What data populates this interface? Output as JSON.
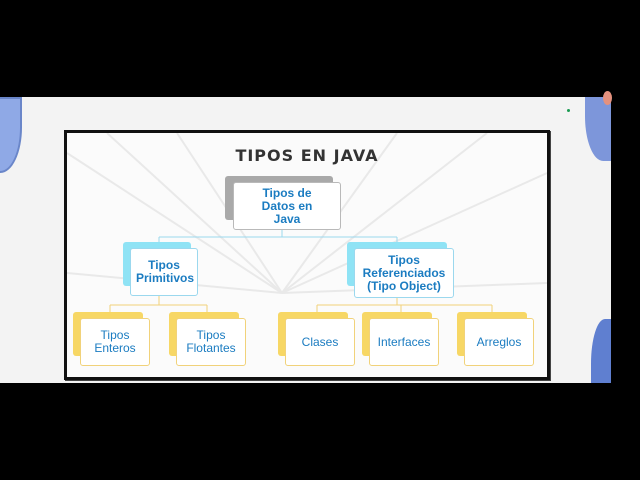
{
  "title": "TIPOS EN JAVA",
  "top_text": "",
  "nodes": {
    "root": "Tipos de Datos en Java",
    "primitivos": "Tipos Primitivos",
    "referenciados": "Tipos Referenciados (Tipo Object)",
    "enteros": "Tipos Enteros",
    "flotantes": "Tipos Flotantes",
    "clases": "Clases",
    "interfaces": "Interfaces",
    "arreglos": "Arreglos"
  },
  "colors": {
    "text_blue": "#1b7cc1",
    "blue_accent": "#8fe3f5",
    "yellow_accent": "#f7d765",
    "gray_accent": "#a9a9a9"
  }
}
